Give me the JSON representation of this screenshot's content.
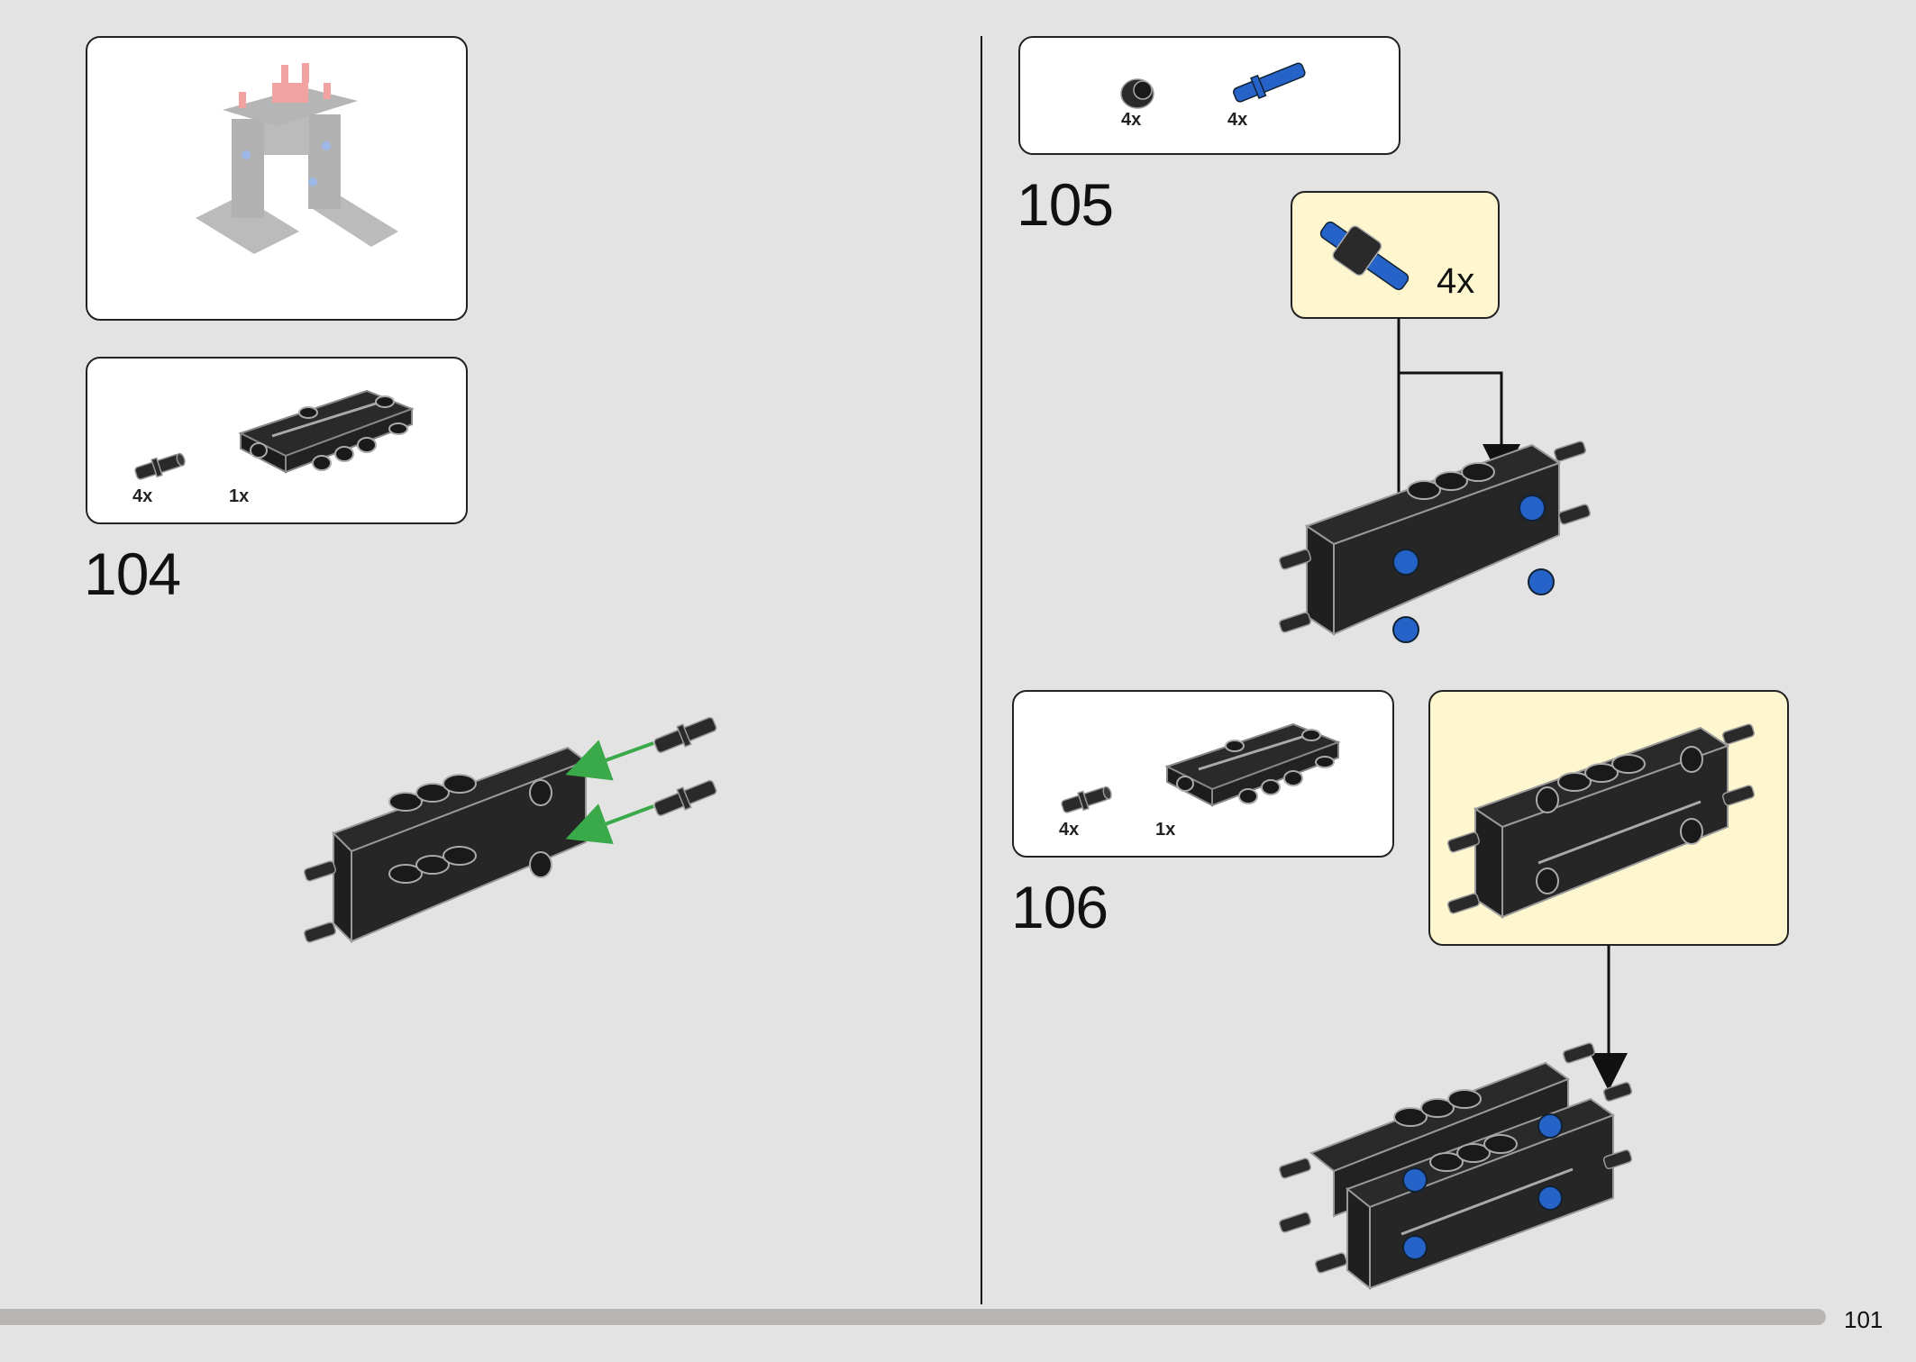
{
  "page": {
    "number": "101"
  },
  "progress": {
    "fraction": 0.95
  },
  "step104": {
    "number": "104",
    "parts": [
      {
        "qty": "4x",
        "name": "black friction pin"
      },
      {
        "qty": "1x",
        "name": "black beam frame"
      }
    ]
  },
  "step105": {
    "number": "105",
    "parts": [
      {
        "qty": "4x",
        "name": "black bush"
      },
      {
        "qty": "4x",
        "name": "blue pin with bush"
      }
    ],
    "callout_qty": "4x"
  },
  "step106": {
    "number": "106",
    "parts": [
      {
        "qty": "4x",
        "name": "black friction pin"
      },
      {
        "qty": "1x",
        "name": "black beam frame"
      }
    ]
  },
  "colors": {
    "background": "#e3e3e3",
    "callout": "#fdf6cf",
    "arrow": "#3aa94a",
    "pin_blue": "#2563c9",
    "part_black": "#2a2a2a"
  }
}
